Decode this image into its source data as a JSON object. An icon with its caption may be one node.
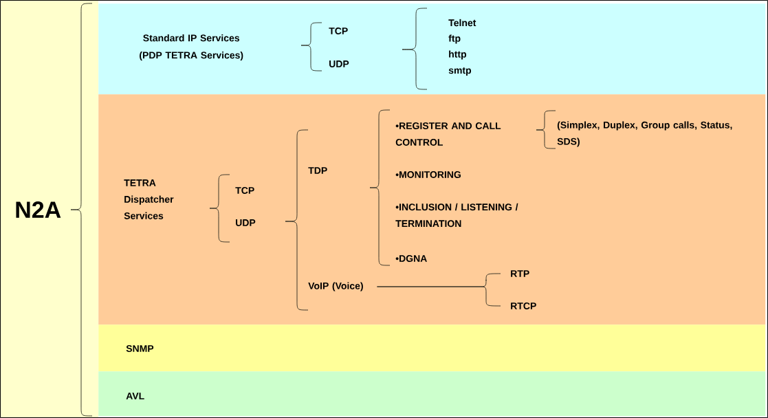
{
  "diagram": {
    "nodes": [
      {
        "text": [
          "N2A"
        ]
      },
      {
        "text": [],
        "shape": "band"
      },
      {
        "text": [
          "Standard IP Services (PDP TETRA Services)"
        ],
        "in": 1
      },
      {
        "text": [
          "TCP"
        ],
        "in": 1
      },
      {
        "text": [
          "UDP"
        ],
        "in": 1
      },
      {
        "text": [
          "Telnet"
        ],
        "in": 1
      },
      {
        "text": [
          "ftp"
        ],
        "in": 1
      },
      {
        "text": [
          "http"
        ],
        "in": 1
      },
      {
        "text": [
          "smtp"
        ],
        "in": 1
      },
      {
        "text": [],
        "shape": "band"
      },
      {
        "text": [
          "TETRA Dispatcher Services"
        ],
        "in": 9
      },
      {
        "text": [
          "TCP"
        ],
        "in": 9
      },
      {
        "text": [
          "UDP"
        ],
        "in": 9
      },
      {
        "text": [
          "TDP"
        ],
        "in": 9
      },
      {
        "text": [
          "VoIP (Voice)"
        ],
        "in": 9
      },
      {
        "text": [
          "•REGISTER AND CALL CONTROL"
        ],
        "in": 9
      },
      {
        "text": [
          "•MONITORING"
        ],
        "in": 9
      },
      {
        "text": [
          "•INCLUSION / LISTENING / TERMINATION"
        ],
        "in": 9
      },
      {
        "text": [
          "•DGNA"
        ],
        "in": 9
      },
      {
        "text": [
          "(Simplex, Duplex, Group calls, Status, SDS)"
        ],
        "in": 9
      },
      {
        "text": [
          "RTP"
        ],
        "in": 9
      },
      {
        "text": [
          "RTCP"
        ],
        "in": 9
      },
      {
        "text": [],
        "shape": "band"
      },
      {
        "text": [
          "SNMP"
        ],
        "in": 22
      },
      {
        "text": [],
        "shape": "band"
      },
      {
        "text": [
          "AVL"
        ],
        "in": 24
      }
    ],
    "edges": [
      {
        "from": 14,
        "to": 20,
        "arrow": "none"
      },
      {
        "from": 14,
        "to": 21,
        "arrow": "none"
      }
    ]
  }
}
